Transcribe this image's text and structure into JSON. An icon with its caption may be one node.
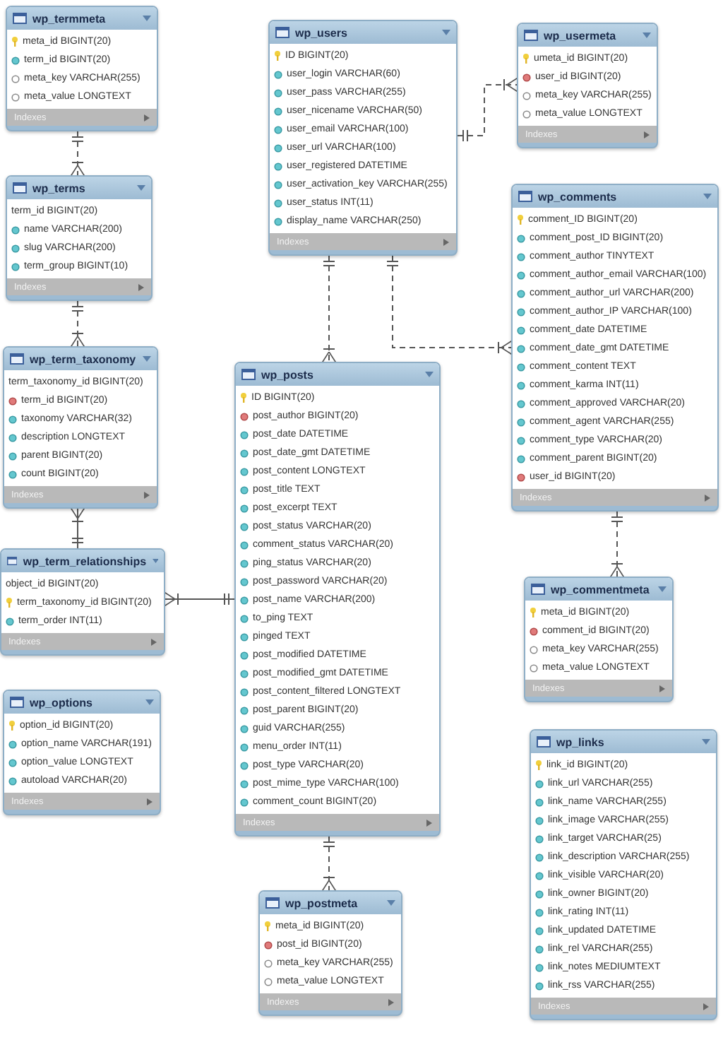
{
  "diagram": {
    "nodes": [
      {
        "text": [
          "wp_termmeta",
          "meta_id BIGINT(20)",
          "term_id BIGINT(20)",
          "meta_key VARCHAR(255)",
          "meta_value LONGTEXT",
          "Indexes"
        ]
      },
      {
        "text": [
          "wp_terms",
          "term_id BIGINT(20)",
          "name VARCHAR(200)",
          "slug VARCHAR(200)",
          "term_group BIGINT(10)",
          "Indexes"
        ]
      },
      {
        "text": [
          "wp_term_taxonomy",
          "term_taxonomy_id BIGINT(20)",
          "term_id BIGINT(20)",
          "taxonomy VARCHAR(32)",
          "description LONGTEXT",
          "parent BIGINT(20)",
          "count BIGINT(20)",
          "Indexes"
        ]
      },
      {
        "text": [
          "wp_term_relationships",
          "object_id BIGINT(20)",
          "term_taxonomy_id BIGINT(20)",
          "term_order INT(11)",
          "Indexes"
        ]
      },
      {
        "text": [
          "wp_options",
          "option_id BIGINT(20)",
          "option_name VARCHAR(191)",
          "option_value LONGTEXT",
          "autoload VARCHAR(20)",
          "Indexes"
        ]
      },
      {
        "text": [
          "wp_users",
          "ID BIGINT(20)",
          "user_login VARCHAR(60)",
          "user_pass VARCHAR(255)",
          "user_nicename VARCHAR(50)",
          "user_email VARCHAR(100)",
          "user_url VARCHAR(100)",
          "user_registered DATETIME",
          "user_activation_key VARCHAR(255)",
          "user_status INT(11)",
          "display_name VARCHAR(250)",
          "Indexes"
        ]
      },
      {
        "text": [
          "wp_usermeta",
          "umeta_id BIGINT(20)",
          "user_id BIGINT(20)",
          "meta_key VARCHAR(255)",
          "meta_value LONGTEXT",
          "Indexes"
        ]
      },
      {
        "text": [
          "wp_comments",
          "comment_ID BIGINT(20)",
          "comment_post_ID BIGINT(20)",
          "comment_author TINYTEXT",
          "comment_author_email VARCHAR(100)",
          "comment_author_url VARCHAR(200)",
          "comment_author_IP VARCHAR(100)",
          "comment_date DATETIME",
          "comment_date_gmt DATETIME",
          "comment_content TEXT",
          "comment_karma INT(11)",
          "comment_approved VARCHAR(20)",
          "comment_agent VARCHAR(255)",
          "comment_type VARCHAR(20)",
          "comment_parent BIGINT(20)",
          "user_id BIGINT(20)",
          "Indexes"
        ]
      },
      {
        "text": [
          "wp_commentmeta",
          "meta_id BIGINT(20)",
          "comment_id BIGINT(20)",
          "meta_key VARCHAR(255)",
          "meta_value LONGTEXT",
          "Indexes"
        ]
      },
      {
        "text": [
          "wp_links",
          "link_id BIGINT(20)",
          "link_url VARCHAR(255)",
          "link_name VARCHAR(255)",
          "link_image VARCHAR(255)",
          "link_target VARCHAR(25)",
          "link_description VARCHAR(255)",
          "link_visible VARCHAR(20)",
          "link_owner BIGINT(20)",
          "link_rating INT(11)",
          "link_updated DATETIME",
          "link_rel VARCHAR(255)",
          "link_notes MEDIUMTEXT",
          "link_rss VARCHAR(255)",
          "Indexes"
        ]
      },
      {
        "text": [
          "wp_posts",
          "ID BIGINT(20)",
          "post_author BIGINT(20)",
          "post_date DATETIME",
          "post_date_gmt DATETIME",
          "post_content LONGTEXT",
          "post_title TEXT",
          "post_excerpt TEXT",
          "post_status VARCHAR(20)",
          "comment_status VARCHAR(20)",
          "ping_status VARCHAR(20)",
          "post_password VARCHAR(20)",
          "post_name VARCHAR(200)",
          "to_ping TEXT",
          "pinged TEXT",
          "post_modified DATETIME",
          "post_modified_gmt DATETIME",
          "post_content_filtered LONGTEXT",
          "post_parent BIGINT(20)",
          "guid VARCHAR(255)",
          "menu_order INT(11)",
          "post_type VARCHAR(20)",
          "post_mime_type VARCHAR(100)",
          "comment_count BIGINT(20)",
          "Indexes"
        ]
      },
      {
        "text": [
          "wp_postmeta",
          "meta_id BIGINT(20)",
          "post_id BIGINT(20)",
          "meta_key VARCHAR(255)",
          "meta_value LONGTEXT",
          "Indexes"
        ]
      }
    ],
    "edges": [
      {
        "from": 0,
        "to": 1,
        "arrow": "other",
        "style": "dashed"
      },
      {
        "from": 1,
        "to": 2,
        "arrow": "other",
        "style": "dashed"
      },
      {
        "from": 3,
        "to": 2,
        "arrow": "other"
      },
      {
        "from": 10,
        "to": 3,
        "arrow": "other"
      },
      {
        "from": 5,
        "to": 10,
        "arrow": "other",
        "style": "dashed"
      },
      {
        "from": 5,
        "to": 6,
        "arrow": "other",
        "style": "dashed"
      },
      {
        "from": 5,
        "to": 7,
        "arrow": "other",
        "style": "dashed"
      },
      {
        "from": 7,
        "to": 8,
        "arrow": "other",
        "style": "dashed"
      },
      {
        "from": 10,
        "to": 11,
        "arrow": "other",
        "style": "dashed"
      }
    ]
  }
}
